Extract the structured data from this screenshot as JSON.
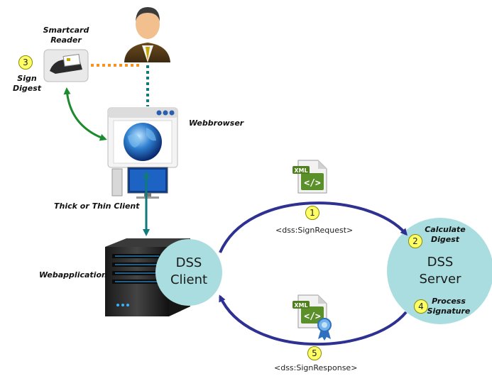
{
  "labels": {
    "smartcard_reader": "Smartcard\nReader",
    "sign_digest": "Sign\nDigest",
    "webbrowser": "Webbrowser",
    "thick_thin_client": "Thick or Thin Client",
    "webapplication": "Webapplication",
    "dss_client": "DSS\nClient",
    "dss_server": "DSS\nServer",
    "calculate_digest": "Calculate\nDigest",
    "process_signature": "Process\nSignature",
    "sign_request": "<dss:SignRequest>",
    "sign_response": "<dss:SignResponse>",
    "xml_badge_1": "XML",
    "xml_badge_2": "XML"
  },
  "steps": {
    "s1": "1",
    "s2": "2",
    "s3": "3",
    "s4": "4",
    "s5": "5"
  },
  "colors": {
    "circle_fill": "#a9dde0",
    "flow_arrow": "#2e3192",
    "green_arrow": "#1d8a2e",
    "teal_arrow": "#117a7a",
    "orange_dots": "#f7931e",
    "step_marker": "#ffff66"
  },
  "icons": {
    "person": "person-icon",
    "smartcard": "smartcard-reader-icon",
    "browser": "webbrowser-icon",
    "computer": "computer-icon",
    "server": "server-icon",
    "xml_request": "xml-document-icon",
    "xml_response": "signed-xml-document-icon"
  }
}
